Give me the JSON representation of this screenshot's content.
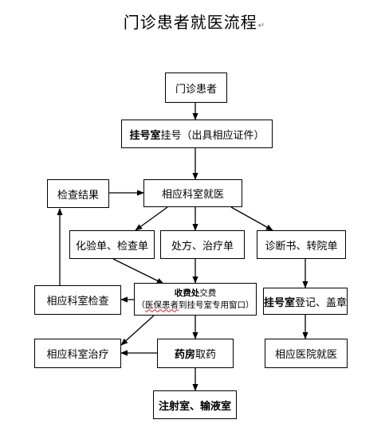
{
  "title": "门诊患者就医流程",
  "title_mark": "↵",
  "nodes": {
    "outpatient": "门诊患者",
    "registration": {
      "bold": "挂号室",
      "rest": "挂号（出具相应证件）"
    },
    "department": "相应科室就医",
    "results": "检查结果",
    "lab_order": "化验单、检查单",
    "prescription": "处方、治疗单",
    "diagnosis": "诊断书、转院单",
    "dept_exam": "相应科室检查",
    "payment": {
      "bold": "收费处",
      "rest": "交费",
      "line2_pre": "（",
      "line2_sq": "医保患者",
      "line2_post": "到挂号室专用窗口）"
    },
    "reg_stamp": {
      "bold": "挂号室",
      "rest": "登记、盖章"
    },
    "dept_treatment": "相应科室治疗",
    "pharmacy": {
      "bold": "药房",
      "rest": "取药"
    },
    "hospital": "相应医院就医",
    "injection": "注射室、输液室"
  }
}
